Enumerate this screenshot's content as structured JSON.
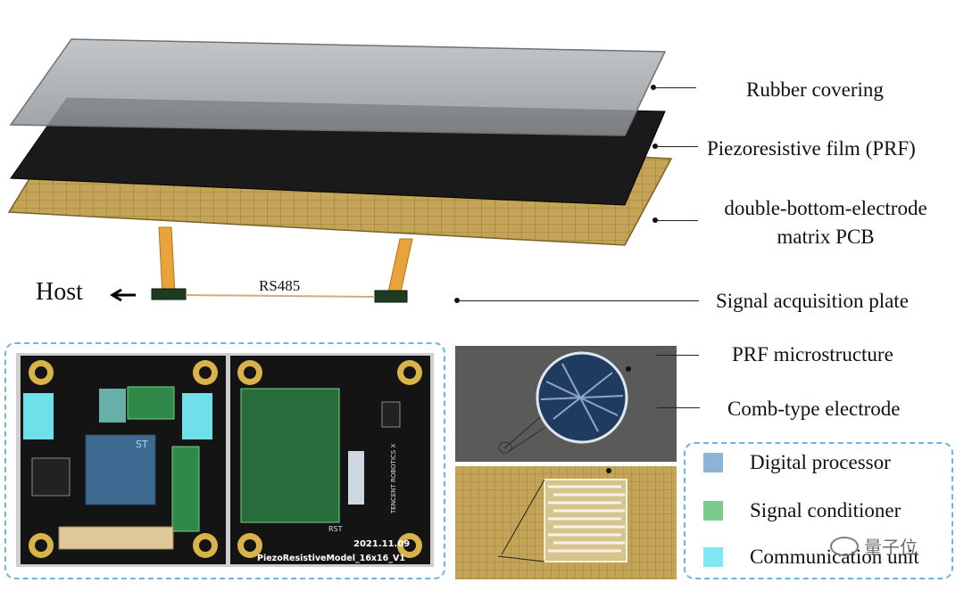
{
  "layers": {
    "rubber_covering": "Rubber covering",
    "prf": "Piezoresistive film (PRF)",
    "pcb_line1": "double-bottom-electrode",
    "pcb_line2": "matrix PCB",
    "signal_plate": "Signal acquisition plate"
  },
  "host_label": "Host",
  "bus_label": "RS485",
  "micro": {
    "prf_microstructure": "PRF microstructure",
    "comb_electrode": "Comb-type electrode"
  },
  "board": {
    "date": "2021.11.09",
    "model": "PiezoResistiveModel_16x16_V1",
    "chip_logo": "ST",
    "silk_rst": "RST",
    "silk_vendor": "TENCENT ROBOTICS X"
  },
  "legend": {
    "items": [
      {
        "label": "Digital processor",
        "color": "#8fb3d6"
      },
      {
        "label": "Signal conditioner",
        "color": "#7cc98e"
      },
      {
        "label": "Communication unit",
        "color": "#7fe8f2"
      }
    ]
  },
  "watermark": "量子位",
  "colors": {
    "accent_dashed": "#6ab4e6",
    "pcb_gold": "#c4a456",
    "flex_orange": "#e8a33a"
  }
}
